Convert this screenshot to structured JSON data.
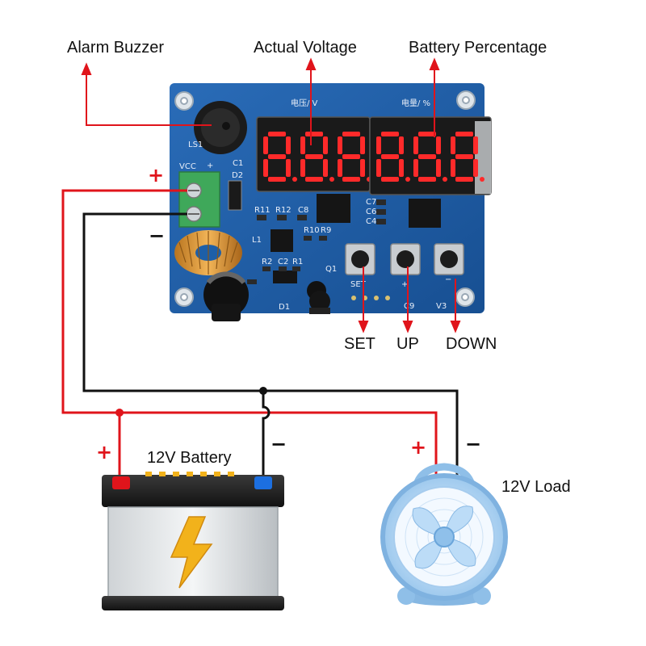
{
  "labels": {
    "alarm_buzzer": "Alarm Buzzer",
    "actual_voltage": "Actual Voltage",
    "battery_percentage": "Battery Percentage",
    "set": "SET",
    "up": "UP",
    "down": "DOWN",
    "battery": "12V Battery",
    "load": "12V Load"
  },
  "signs": {
    "plus": "+",
    "minus": "−"
  },
  "pcb": {
    "vcc": "VCC",
    "vcc_plus": "+",
    "voltage_header": "电压/ V",
    "percent_header": "电量/ %",
    "buzzer_ref": "LS1",
    "set_silk": "SET",
    "up_silk": "+",
    "down_silk": "−",
    "v3": "V3",
    "d1": "D1",
    "d2": "D2",
    "q1": "Q1",
    "l1": "L1",
    "c1": "C1",
    "c2": "C2",
    "r1": "R1",
    "r2": "R2",
    "r9": "R9",
    "r10": "R10",
    "r11": "R11",
    "r12": "R12",
    "c4": "C4",
    "c6": "C6",
    "c7": "C7",
    "c8": "C8",
    "c9": "C9"
  },
  "colors": {
    "wire_positive": "#e0141b",
    "wire_negative": "#111111",
    "pcb_blue": "#1d5fa8",
    "terminal_green": "#3fa85a",
    "segment_red": "#ff2a2a",
    "fan_blue": "#a9cff0"
  }
}
